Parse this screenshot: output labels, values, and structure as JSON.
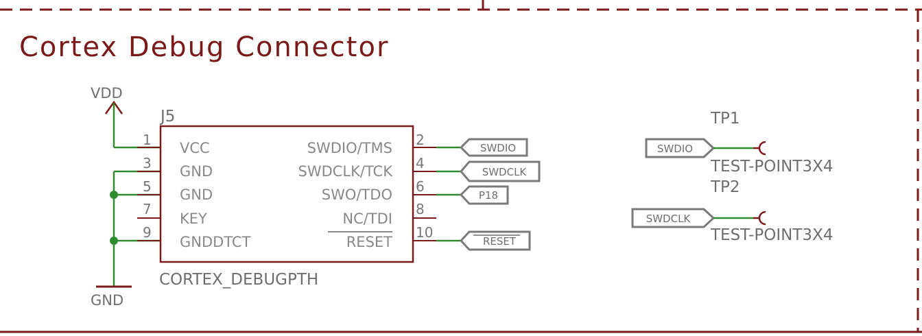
{
  "title": "Cortex Debug Connector",
  "part": {
    "ref": "J5",
    "value": "CORTEX_DEBUGPTH",
    "left_pins": [
      {
        "num": "1",
        "name": "VCC"
      },
      {
        "num": "3",
        "name": "GND"
      },
      {
        "num": "5",
        "name": "GND"
      },
      {
        "num": "7",
        "name": "KEY"
      },
      {
        "num": "9",
        "name": "GNDDTCT"
      }
    ],
    "right_pins": [
      {
        "num": "2",
        "name": "SWDIO/TMS"
      },
      {
        "num": "4",
        "name": "SWDCLK/TCK"
      },
      {
        "num": "6",
        "name": "SWO/TDO"
      },
      {
        "num": "8",
        "name": "NC/TDI"
      },
      {
        "num": "10",
        "name": "RESET"
      }
    ]
  },
  "power": {
    "vdd": "VDD",
    "gnd": "GND"
  },
  "net_labels": {
    "swdio": "SWDIO",
    "swdclk": "SWDCLK",
    "p18": "P18",
    "reset": "RESET"
  },
  "test_points": [
    {
      "ref": "TP1",
      "value": "TEST-POINT3X4",
      "net": "SWDIO"
    },
    {
      "ref": "TP2",
      "value": "TEST-POINT3X4",
      "net": "SWDCLK"
    }
  ]
}
